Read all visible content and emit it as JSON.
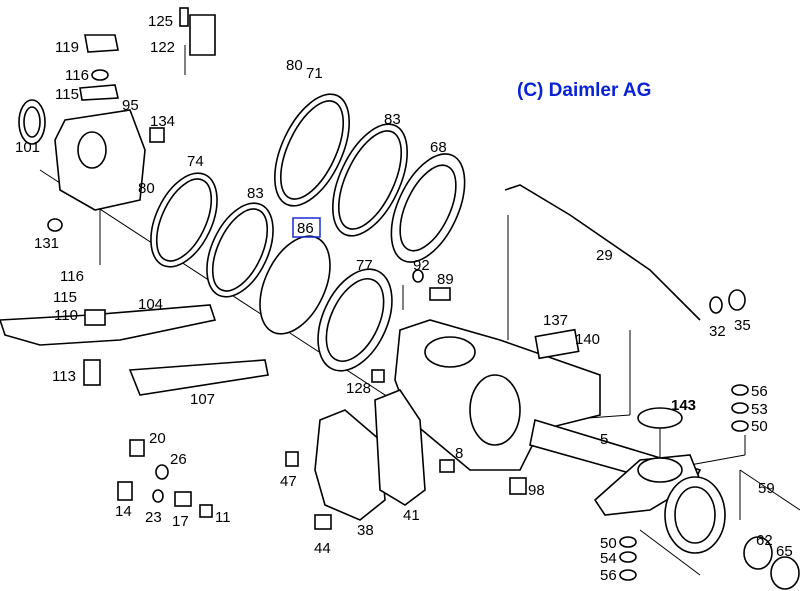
{
  "copyright": "(C) Daimler AG",
  "colors": {
    "copyright": "#0a23d6",
    "lines": "#000000",
    "background": "#ffffff"
  },
  "callouts": [
    "125",
    "122",
    "119",
    "116",
    "115",
    "95",
    "101",
    "134",
    "80",
    "74",
    "80",
    "71",
    "83",
    "68",
    "83",
    "86",
    "77",
    "92",
    "89",
    "131",
    "116",
    "115",
    "104",
    "110",
    "113",
    "107",
    "128",
    "137",
    "140",
    "29",
    "32",
    "35",
    "56",
    "53",
    "50",
    "143",
    "5",
    "20",
    "26",
    "14",
    "23",
    "17",
    "11",
    "47",
    "8",
    "98",
    "44",
    "38",
    "41",
    "59",
    "62",
    "65",
    "50",
    "54",
    "56"
  ]
}
